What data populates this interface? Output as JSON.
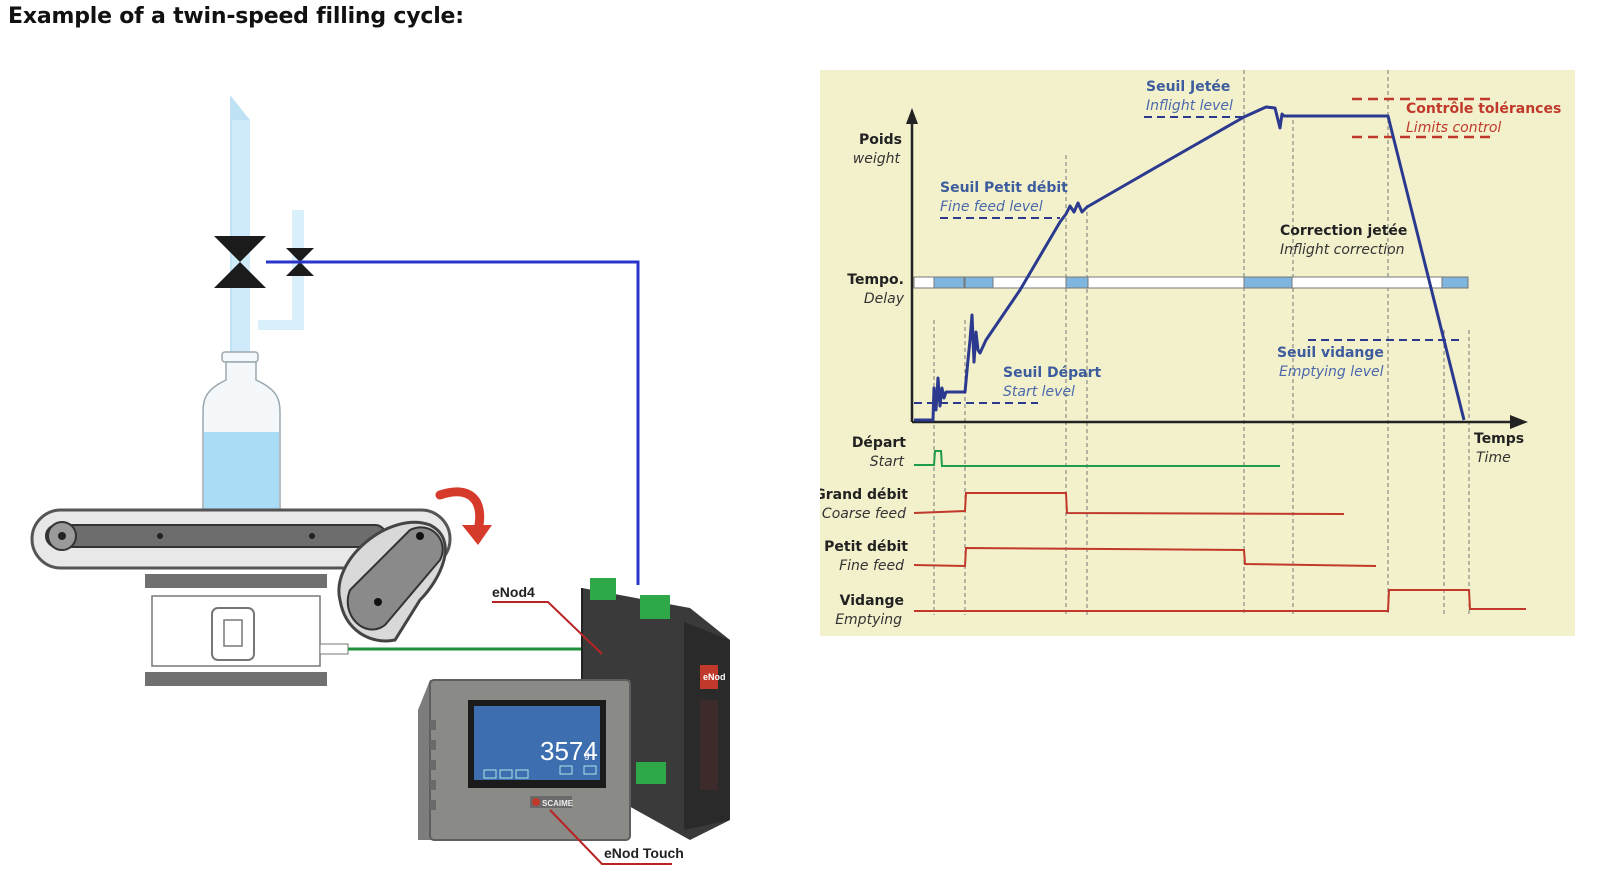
{
  "page": {
    "heading": "Example of a twin-speed filling cycle:"
  },
  "machine": {
    "device_labels": {
      "enod4": "eNod4",
      "enod_touch": "eNod Touch"
    },
    "display_value": "3574",
    "display_unit": "g",
    "brand": "SCAIME",
    "enod4_face": "eNod"
  },
  "chart": {
    "labels": {
      "poids": "Poids",
      "weight": "weight",
      "tempo": "Tempo.",
      "delay": "Delay",
      "depart": "Départ",
      "start": "Start",
      "grand_debit": "Grand débit",
      "coarse_feed": "Coarse feed",
      "petit_debit": "Petit débit",
      "fine_feed": "Fine feed",
      "vidange": "Vidange",
      "emptying": "Emptying",
      "temps": "Temps",
      "time": "Time",
      "seuil_jetee": "Seuil Jetée",
      "inflight_level": "Inflight level",
      "controle_tolerances": "Contrôle tolérances",
      "limits_control": "Limits control",
      "seuil_petit_debit": "Seuil Petit débit",
      "fine_feed_level": "Fine feed level",
      "correction_jetee": "Correction jetée",
      "inflight_correction": "Inflight correction",
      "seuil_depart": "Seuil Départ",
      "start_level": "Start level",
      "seuil_vidange": "Seuil vidange",
      "emptying_level": "Emptying level"
    },
    "colors": {
      "background": "#f3f1cc",
      "weight_curve": "#2b3a8f",
      "threshold": "#2b3a8f",
      "tolerance": "#c0392b",
      "start_signal": "#1e9e4a",
      "feed_signals": "#c0392b",
      "delay_block": "#7fb6dd"
    }
  }
}
